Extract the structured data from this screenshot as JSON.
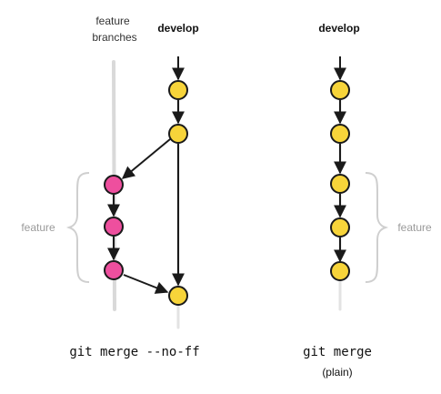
{
  "labels": {
    "feature_branches_line1": "feature",
    "feature_branches_line2": "branches",
    "develop_left": "develop",
    "develop_right": "develop",
    "feature_left": "feature",
    "feature_right": "feature",
    "caption_left": "git merge --no-ff",
    "caption_right_line1": "git merge",
    "caption_right_line2": "(plain)"
  },
  "colors": {
    "develop_commit": "#f7d43a",
    "feature_commit": "#ee4f9e",
    "branch_line": "#d9d9d9",
    "brace": "#cfcfcf",
    "arrow": "#1a1a1a",
    "muted_text": "#9a9a9a"
  }
}
